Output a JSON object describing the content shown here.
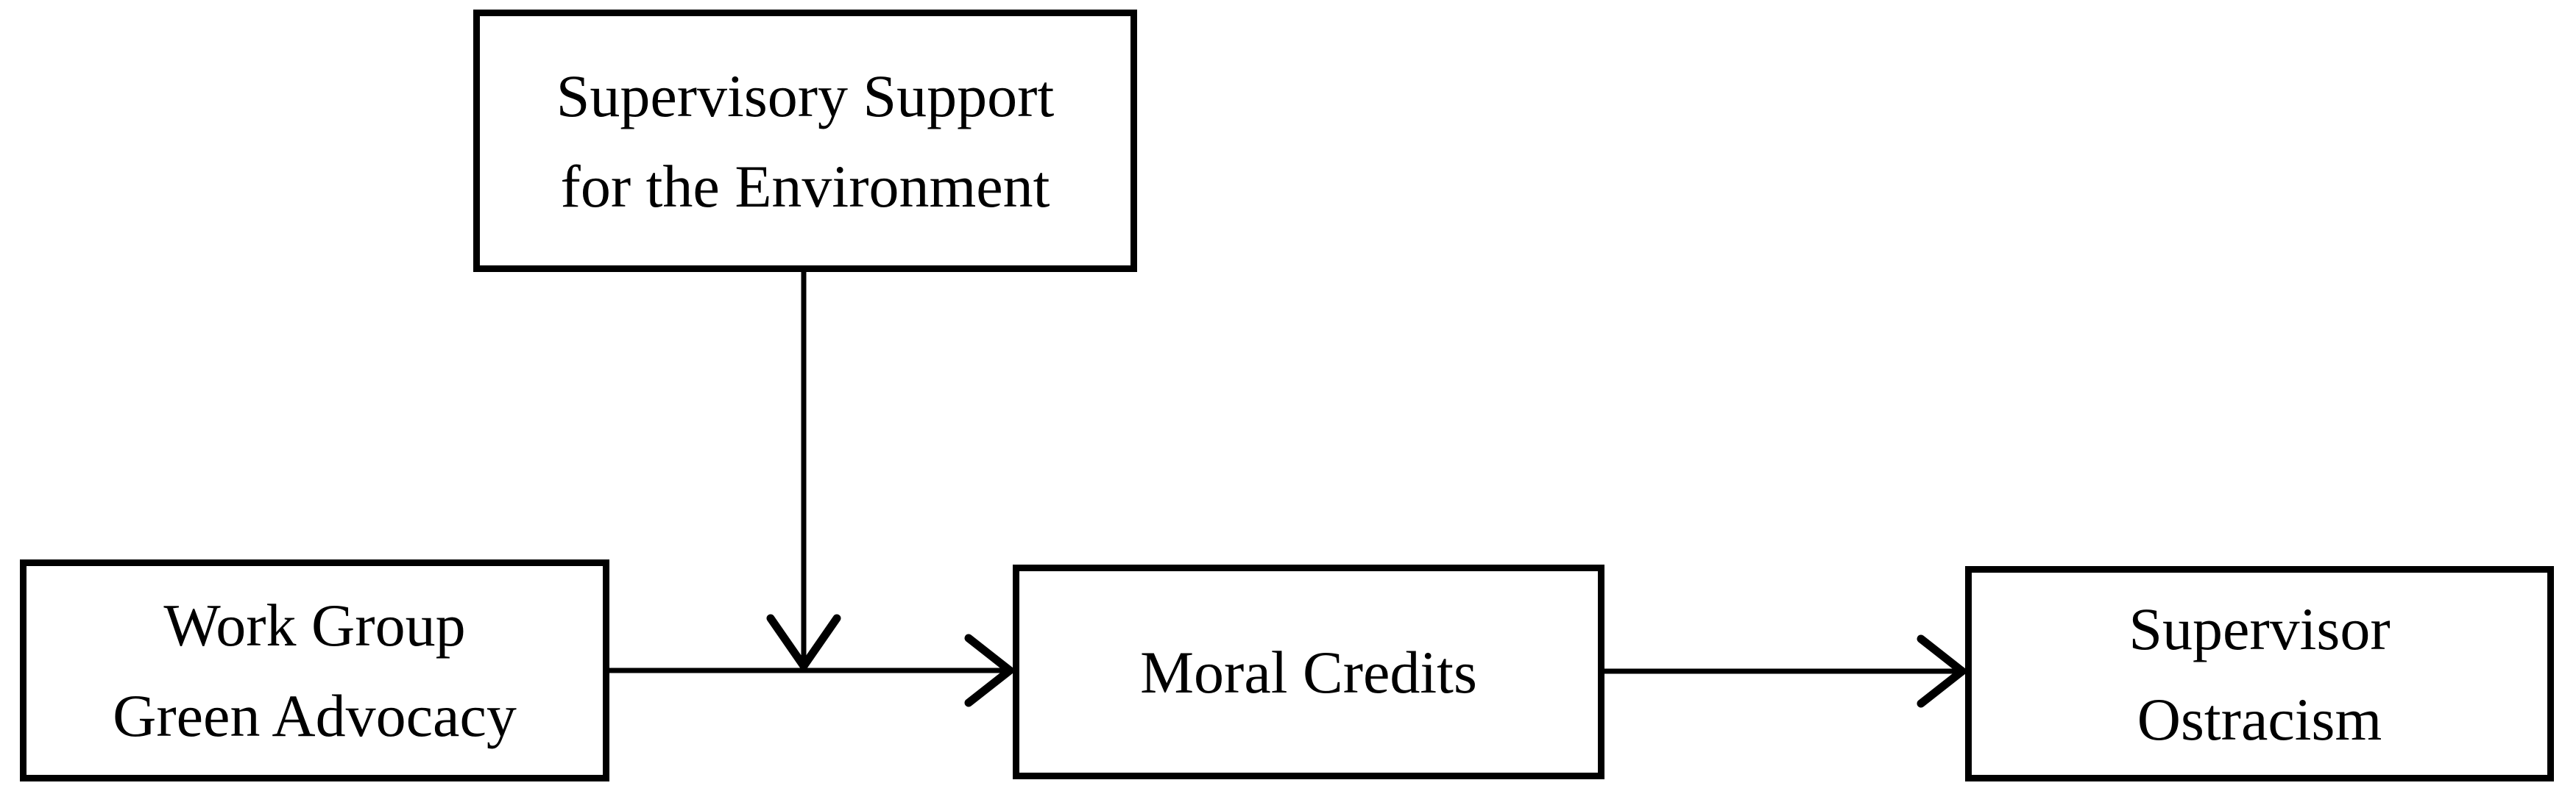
{
  "diagram": {
    "type": "conceptual-model",
    "nodes": [
      {
        "id": "supervisory-support",
        "lines": [
          "Supervisory Support",
          "for the Environment"
        ]
      },
      {
        "id": "work-group-green-advocacy",
        "lines": [
          "Work Group",
          "Green Advocacy"
        ]
      },
      {
        "id": "moral-credits",
        "lines": [
          "Moral Credits"
        ]
      },
      {
        "id": "supervisor-ostracism",
        "lines": [
          "Supervisor",
          "Ostracism"
        ]
      }
    ],
    "edges": [
      {
        "from": "work-group-green-advocacy",
        "to": "moral-credits",
        "type": "direct"
      },
      {
        "from": "supervisory-support",
        "to": "work-group-green-advocacy to moral-credits path",
        "type": "moderation"
      },
      {
        "from": "moral-credits",
        "to": "supervisor-ostracism",
        "type": "direct"
      }
    ],
    "colors": {
      "line": "#000000",
      "text": "#000000",
      "background": "#ffffff"
    }
  }
}
